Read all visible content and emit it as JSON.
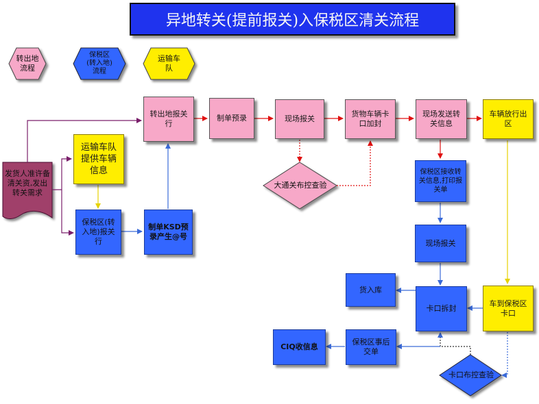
{
  "title": "异地转关(提前报关)入保税区清关流程",
  "legend": [
    {
      "label": "转出地\n流程",
      "color": "#f7a8c8"
    },
    {
      "label": "保税区\n(转入地)\n流程",
      "color": "#3366ff"
    },
    {
      "label": "运输车\n队",
      "color": "#ffee00"
    }
  ],
  "nodes": {
    "start_doc": "发货人准许备清关资,发出转关需求",
    "fleet_info": "运输车队提供车辆信息",
    "bonded_declare": "保税区(转入地)报关行",
    "ksd_prerecord": "制单KSD预录产生@号",
    "origin_declare": "转出地报关行",
    "prepare_record": "制单预录",
    "site_declare_1": "现场报关",
    "seal": "货物车辆卡口加封",
    "send_transfer": "现场发送转关信息",
    "vehicle_release": "车辆放行出区",
    "risk_check": "大通关布控查验",
    "receive_transfer": "保税区接收转关信息,打印报关单",
    "site_declare_2": "现场报关",
    "unseal": "卡口拆封",
    "into_warehouse": "货入库",
    "arrive_checkpoint": "车到保税区卡口",
    "post_submit": "保税区事后交单",
    "ciq_receive": "CIQ收信息",
    "checkpoint_inspect": "卡口布控查验"
  },
  "colors": {
    "pink": "#f7a8c8",
    "blue": "#3366ff",
    "yellow": "#ffee00",
    "maroon": "#a0406a",
    "title_bg": "#1f33ee"
  }
}
